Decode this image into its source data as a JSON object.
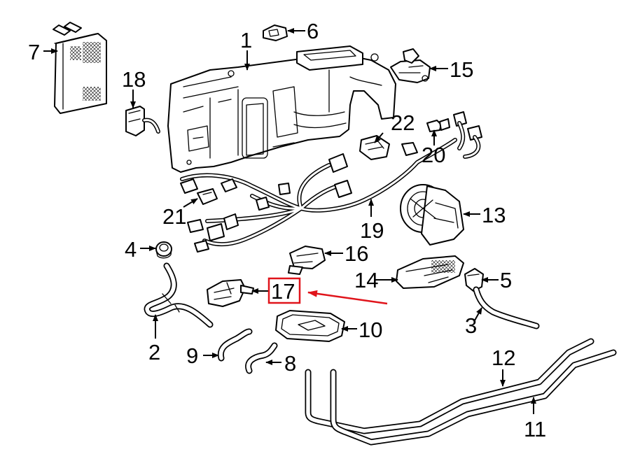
{
  "diagram": {
    "colors": {
      "line": "#000000",
      "background": "#ffffff",
      "highlight": "#e0141b"
    },
    "highlighted_callout": "17",
    "callouts": {
      "c1": "1",
      "c2": "2",
      "c3": "3",
      "c4": "4",
      "c5": "5",
      "c6": "6",
      "c7": "7",
      "c8": "8",
      "c9": "9",
      "c10": "10",
      "c11": "11",
      "c12": "12",
      "c13": "13",
      "c14": "14",
      "c15": "15",
      "c16": "16",
      "c17": "17",
      "c18": "18",
      "c19": "19",
      "c20": "20",
      "c21": "21",
      "c22": "22"
    }
  }
}
